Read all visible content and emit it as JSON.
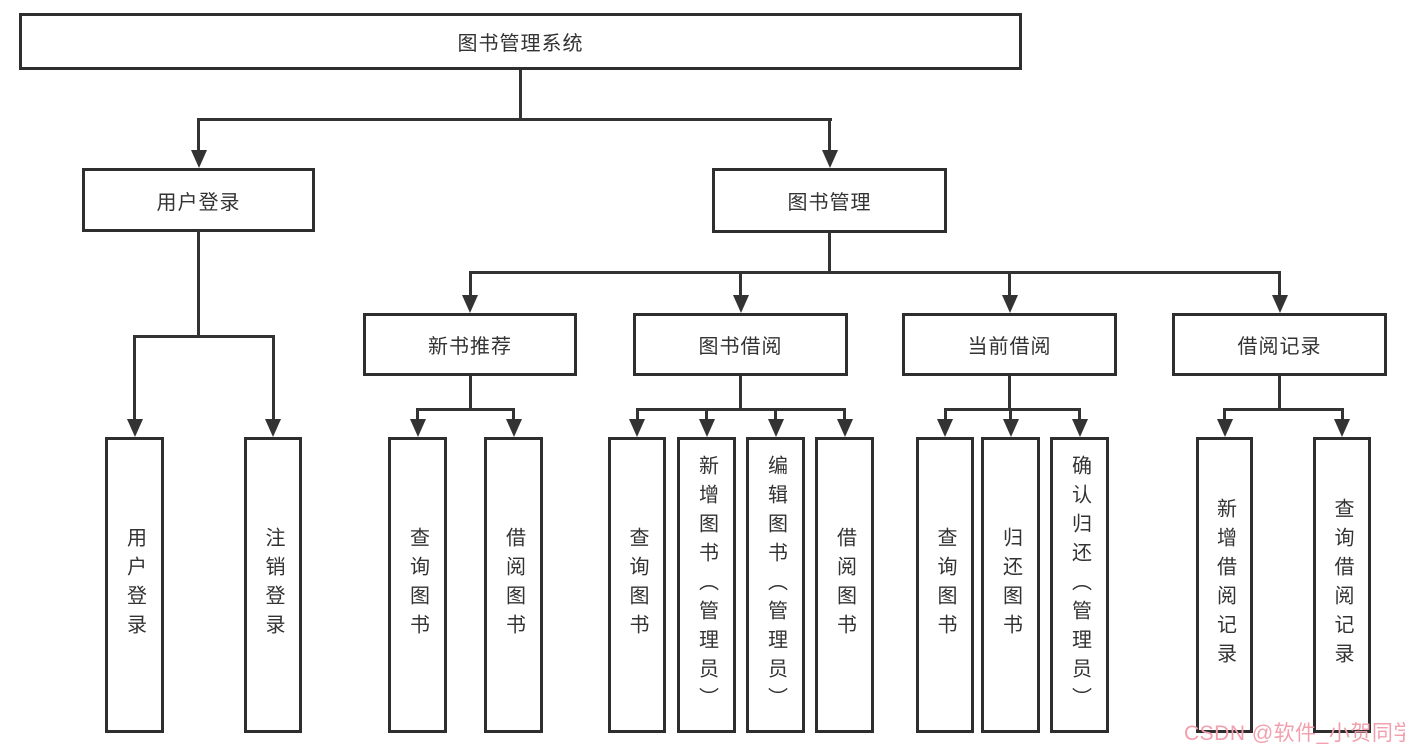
{
  "tree": {
    "root": "图书管理系统",
    "branches": [
      {
        "label": "用户登录",
        "children": [
          "用户登录",
          "注销登录"
        ]
      },
      {
        "label": "图书管理",
        "groups": [
          {
            "label": "新书推荐",
            "children": [
              "查询图书",
              "借阅图书"
            ]
          },
          {
            "label": "图书借阅",
            "children": [
              "查询图书",
              "新增图书（管理员）",
              "编辑图书（管理员）",
              "借阅图书"
            ]
          },
          {
            "label": "当前借阅",
            "children": [
              "查询图书",
              "归还图书",
              "确认归还（管理员）"
            ]
          },
          {
            "label": "借阅记录",
            "children": [
              "新增借阅记录",
              "查询借阅记录"
            ]
          }
        ]
      }
    ]
  },
  "watermark": {
    "text": "CSDN @软件_小贺同学",
    "color": "#f2a0ad"
  },
  "colors": {
    "line": "#333333",
    "border": "#2e2e2e",
    "text": "#333333",
    "background": "#ffffff"
  }
}
